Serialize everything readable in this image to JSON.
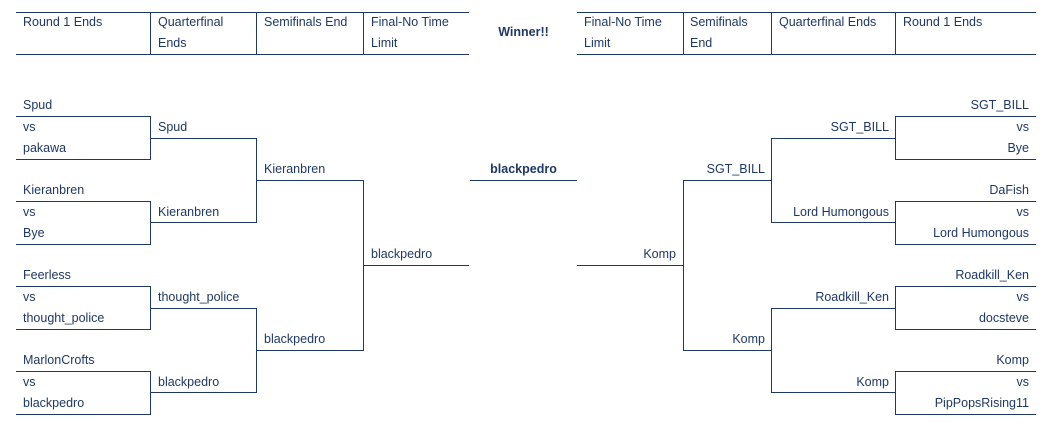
{
  "headers": {
    "left": [
      "Round 1 Ends",
      "Quarterfinal Ends",
      "Semifinals End",
      "Final-No Time Limit"
    ],
    "center": "Winner!!",
    "right": [
      "Final-No Time Limit",
      "Semifinals End",
      "Quarterfinal Ends",
      "Round 1 Ends"
    ]
  },
  "vs": "vs",
  "left": {
    "round1": [
      {
        "top": "Spud",
        "bottom": "pakawa"
      },
      {
        "top": "Kieranbren",
        "bottom": "Bye"
      },
      {
        "top": "Feerless",
        "bottom": "thought_police"
      },
      {
        "top": "MarlonCrofts",
        "bottom": "blackpedro"
      }
    ],
    "quarterfinal": [
      "Spud",
      "Kieranbren",
      "thought_police",
      "blackpedro"
    ],
    "semifinal": [
      "Kieranbren",
      "blackpedro"
    ],
    "final": "blackpedro"
  },
  "winner": "blackpedro",
  "right": {
    "round1": [
      {
        "top": "SGT_BILL",
        "bottom": "Bye"
      },
      {
        "top": "DaFish",
        "bottom": "Lord Humongous"
      },
      {
        "top": "Roadkill_Ken",
        "bottom": "docsteve"
      },
      {
        "top": "Komp",
        "bottom": "PipPopsRising11"
      }
    ],
    "quarterfinal": [
      "SGT_BILL",
      "Lord Humongous",
      "Roadkill_Ken",
      "Komp"
    ],
    "semifinal": [
      "SGT_BILL",
      "Komp"
    ],
    "final": "Komp"
  }
}
